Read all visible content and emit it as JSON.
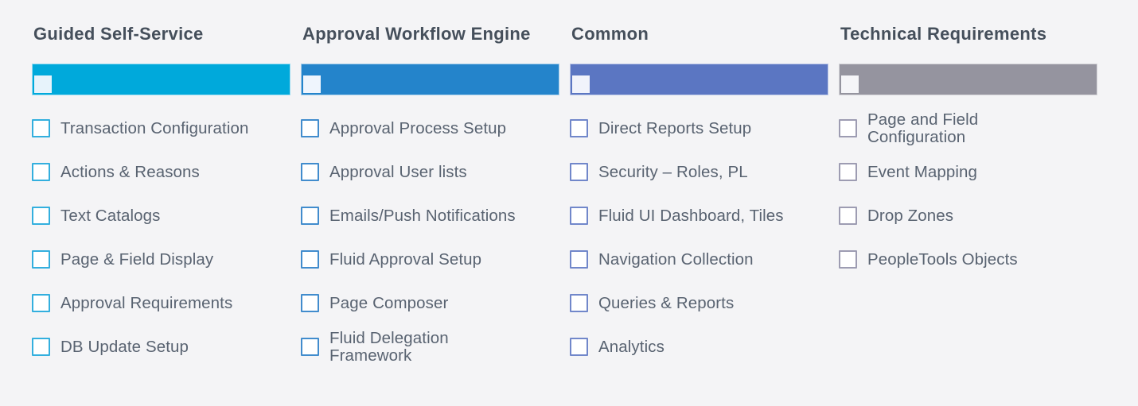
{
  "page": {
    "background_color": "#f4f4f6",
    "title_text_color": "#454f5b",
    "item_text_color": "#596371"
  },
  "columns": [
    {
      "title": "Guided Self-Service",
      "bar_color": "#00a9db",
      "bar_chip_color": "#e7f3fb",
      "checkbox_color": "#33afde",
      "items": [
        {
          "label": "Transaction Configuration",
          "checked": false
        },
        {
          "label": "Actions & Reasons",
          "checked": false
        },
        {
          "label": "Text Catalogs",
          "checked": false
        },
        {
          "label": "Page & Field Display",
          "checked": false
        },
        {
          "label": "Approval Requirements",
          "checked": false
        },
        {
          "label": "DB Update Setup",
          "checked": false
        }
      ]
    },
    {
      "title": "Approval Workflow Engine",
      "bar_color": "#2484cb",
      "bar_chip_color": "#eff5fd",
      "checkbox_color": "#418ccd",
      "items": [
        {
          "label": "Approval Process Setup",
          "checked": false
        },
        {
          "label": "Approval User lists",
          "checked": false
        },
        {
          "label": "Emails/Push Notifications",
          "checked": false
        },
        {
          "label": "Fluid Approval Setup",
          "checked": false
        },
        {
          "label": "Page Composer",
          "checked": false
        },
        {
          "label": "Fluid Delegation\nFramework",
          "checked": false
        }
      ]
    },
    {
      "title": "Common",
      "bar_color": "#5b76c2",
      "bar_chip_color": "#f1f3fb",
      "checkbox_color": "#7187ca",
      "items": [
        {
          "label": "Direct Reports Setup",
          "checked": false
        },
        {
          "label": "Security – Roles, PL",
          "checked": false
        },
        {
          "label": "Fluid UI Dashboard, Tiles",
          "checked": false
        },
        {
          "label": "Navigation Collection",
          "checked": false
        },
        {
          "label": "Queries & Reports",
          "checked": false
        },
        {
          "label": "Analytics",
          "checked": false
        }
      ]
    },
    {
      "title": "Technical Requirements",
      "bar_color": "#95949f",
      "bar_chip_color": "#f5f5f8",
      "checkbox_color": "#9d9cb2",
      "items": [
        {
          "label": "Page and Field\nConfiguration",
          "checked": false
        },
        {
          "label": "Event Mapping",
          "checked": false
        },
        {
          "label": "Drop Zones",
          "checked": false
        },
        {
          "label": "PeopleTools Objects",
          "checked": false
        }
      ]
    }
  ]
}
